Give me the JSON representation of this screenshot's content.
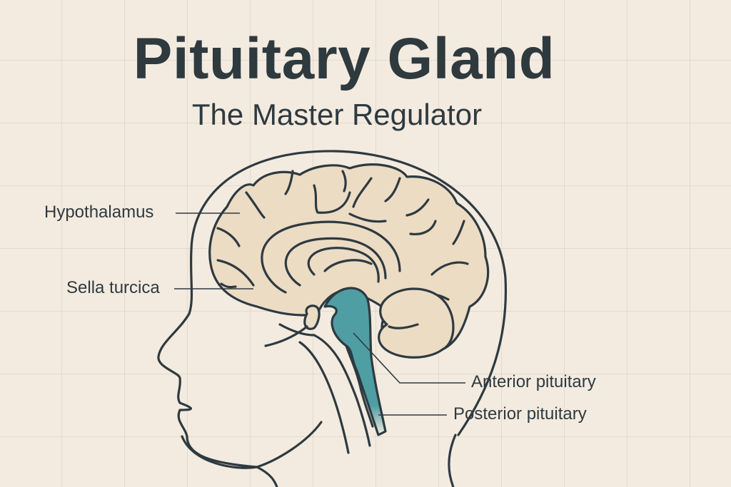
{
  "header": {
    "title": "Pituitary Gland",
    "subtitle": "The Master Regulator"
  },
  "labels": {
    "hypothalamus": "Hypothalamus",
    "sella_turcica": "Sella turcica",
    "anterior_pituitary": "Anterior pituitary",
    "posterior_pituitary": "Posterior pituitary"
  },
  "colors": {
    "background": "#f3ebe0",
    "brain_fill": "#ecdcc4",
    "pituitary_fill": "#4e9ea3",
    "outline": "#2e3a40"
  }
}
